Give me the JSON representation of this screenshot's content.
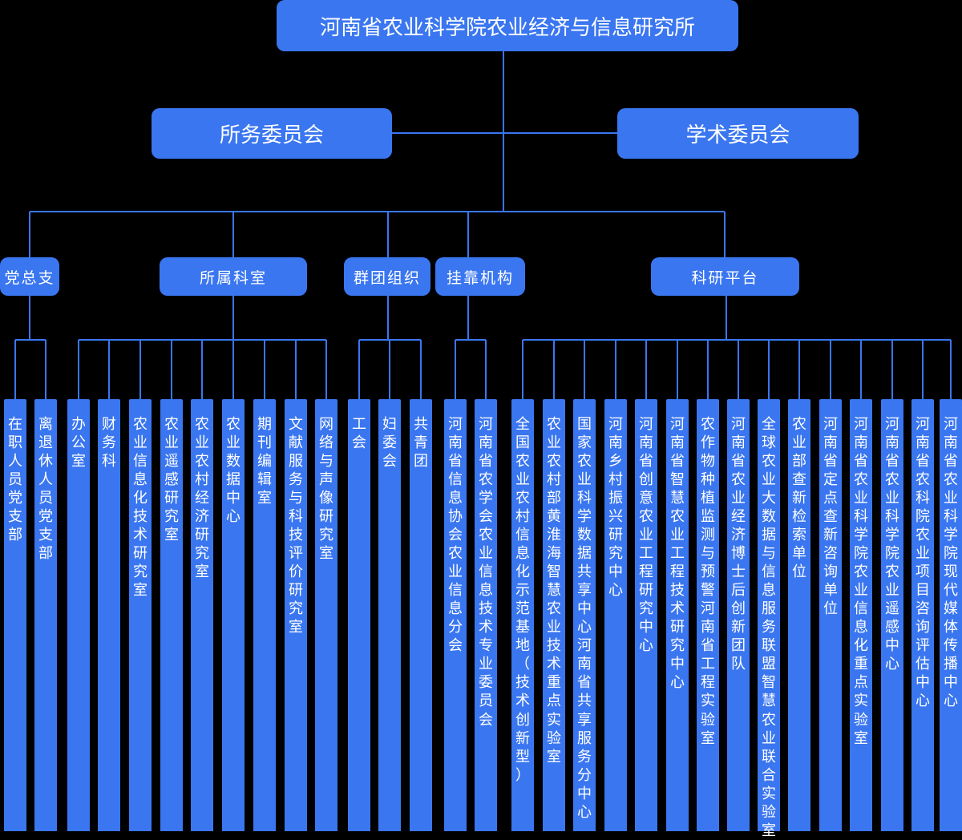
{
  "org": {
    "root": "河南省农业科学院农业经济与信息研究所",
    "committees": [
      "所务委员会",
      "学术委员会"
    ],
    "groups": [
      {
        "label": "党总支",
        "items": [
          "在职人员党支部",
          "离退休人员党支部"
        ]
      },
      {
        "label": "所属科室",
        "items": [
          "办公室",
          "财务科",
          "农业信息化技术研究室",
          "农业遥感研究室",
          "农业农村经济研究室",
          "农业数据中心",
          "期刊编辑室",
          "文献服务与科技评价研究室",
          "网络与声像研究室"
        ]
      },
      {
        "label": "群团组织",
        "items": [
          "工会",
          "妇委会",
          "共青团"
        ]
      },
      {
        "label": "挂靠机构",
        "items": [
          "河南省信息协会农业信息分会",
          "河南省农学会农业信息技术专业委员会"
        ]
      },
      {
        "label": "科研平台",
        "items": [
          "全国农业农村信息化示范基地（技术创新型）",
          "农业农村部黄淮海智慧农业技术重点实验室",
          "国家农业科学数据共享中心河南省共享服务分中心",
          "河南乡村振兴研究中心",
          "河南省创意农业工程研究中心",
          "河南省智慧农业工程技术研究中心",
          "农作物种植监测与预警河南省工程实验室",
          "河南省农业经济博士后创新团队",
          "全球农业大数据与信息服务联盟智慧农业联合实验室",
          "农业部查新检索单位",
          "河南省定点查新咨询单位",
          "河南省农业科学院农业信息化重点实验室",
          "河南省农业科学院农业遥感中心",
          "河南省农科院农业项目咨询评估中心",
          "河南省农业科学院现代媒体传播中心"
        ]
      }
    ]
  },
  "colors": {
    "box": "#3a76f0",
    "line": "#3a76f0",
    "background": "#000000",
    "text": "#ffffff"
  }
}
